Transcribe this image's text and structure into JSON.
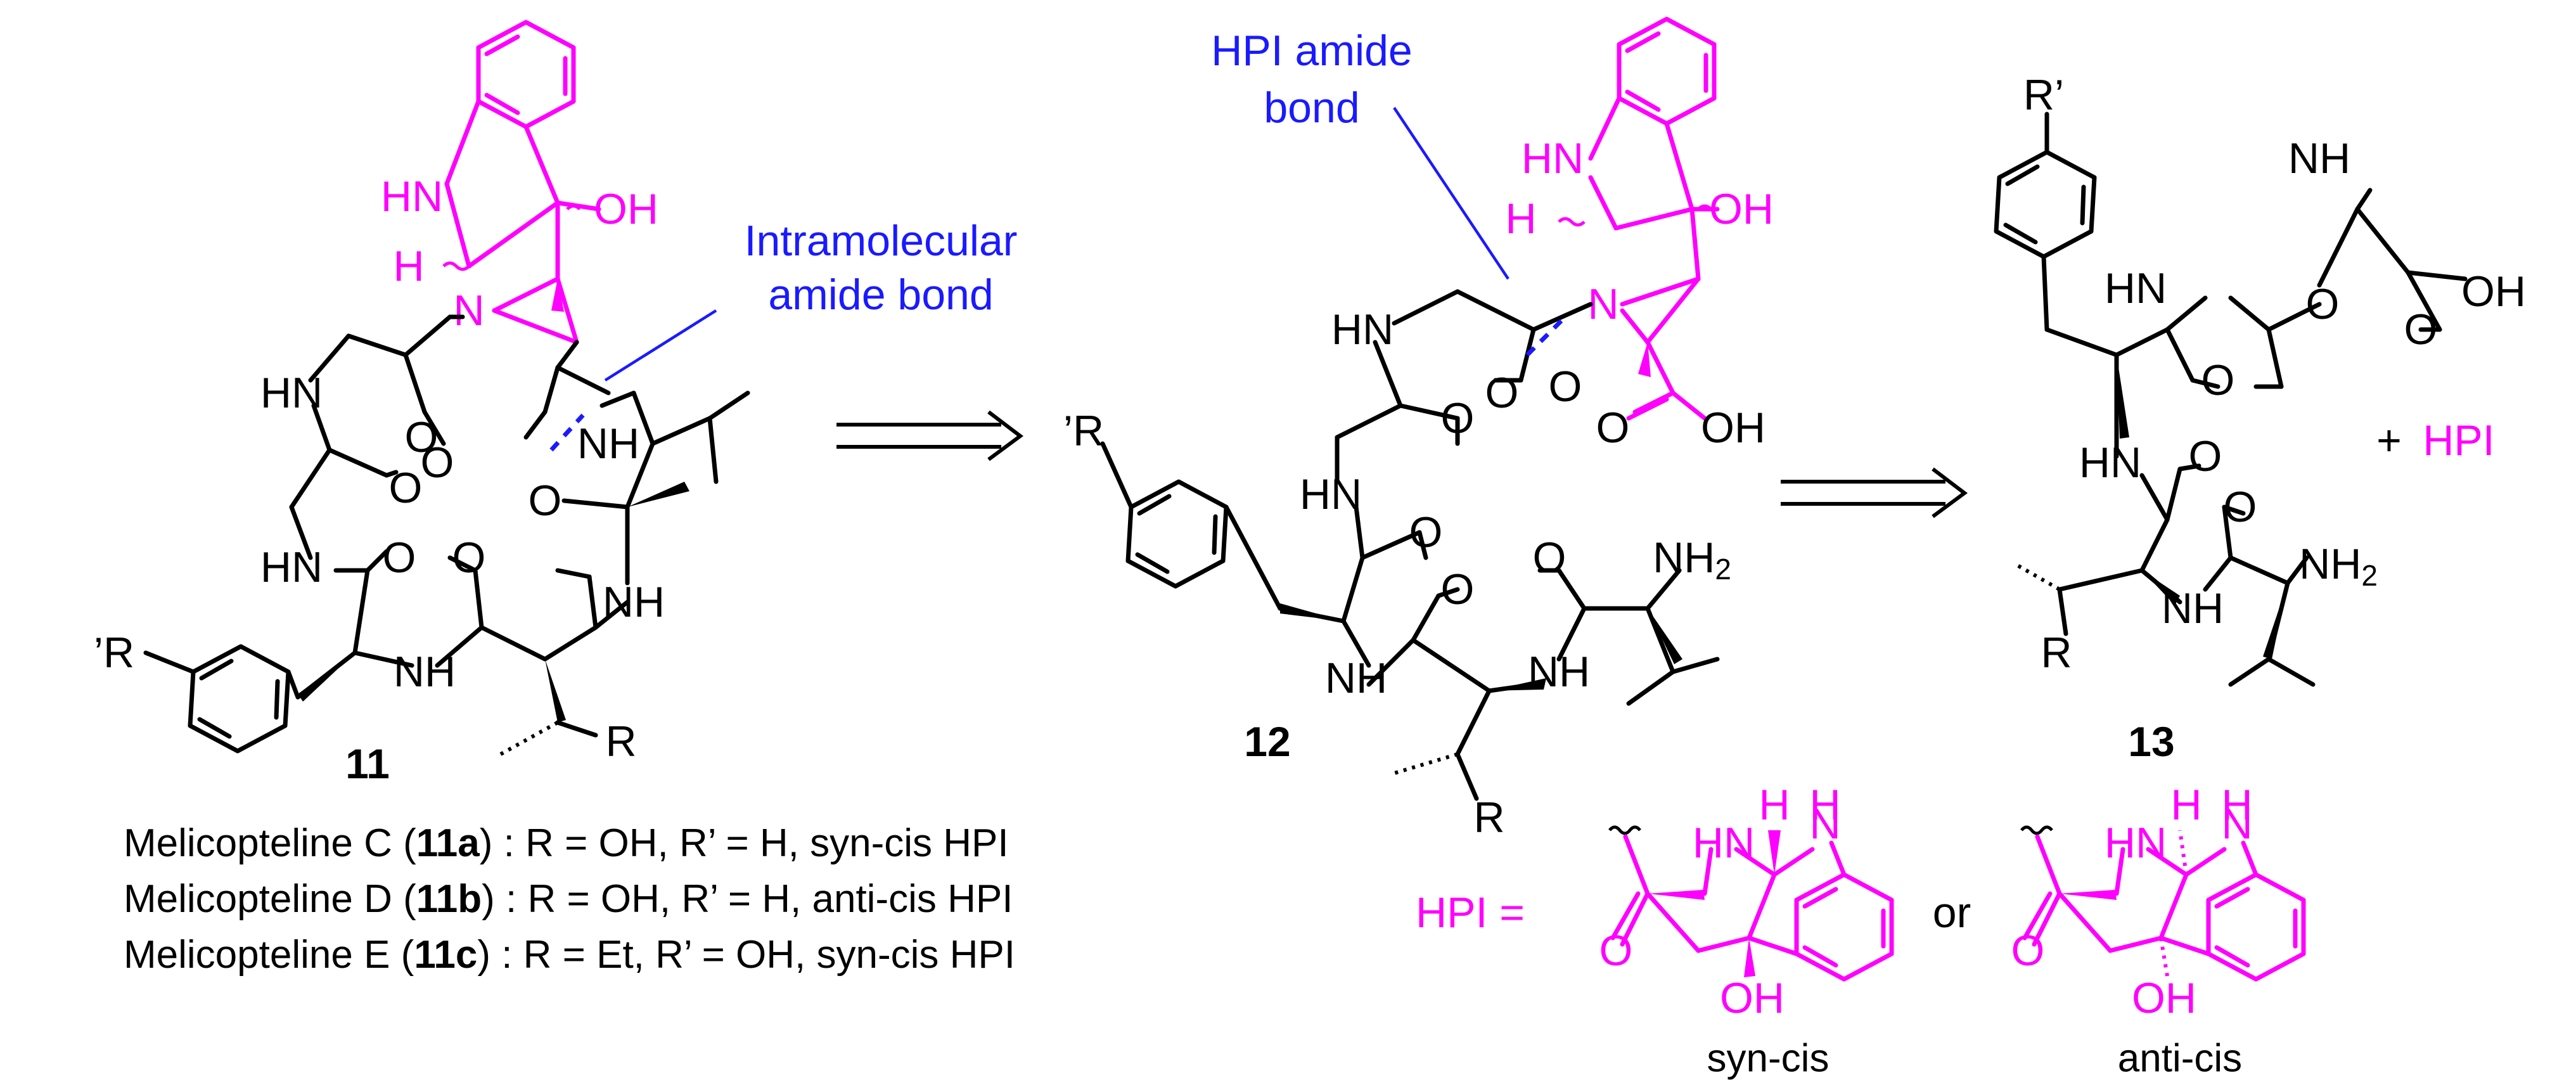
{
  "compounds": {
    "c11": {
      "number": "11"
    },
    "c12": {
      "number": "12"
    },
    "c13": {
      "number": "13"
    }
  },
  "atoms": {
    "HN": "HN",
    "NH": "NH",
    "N": "N",
    "H": "H",
    "O": "O",
    "OH": "OH",
    "R": "R",
    "R_prime": "R’",
    "R_prime_left": "’R",
    "NH2_N": "NH",
    "NH2_sub": "2"
  },
  "annotations": {
    "intramolecular_1": "Intramolecular",
    "intramolecular_2": "amide bond",
    "hpi_amide_1": "HPI amide",
    "hpi_amide_2": "bond"
  },
  "plus": "+",
  "hpi_label": "HPI",
  "hpi_definition": {
    "label": "HPI =",
    "or": "or",
    "syn_caption": "syn-cis",
    "anti_caption": "anti-cis"
  },
  "legend": [
    {
      "prefix": "Melicopteline C (",
      "number": "11a",
      "suffix": ") : R = OH, R’ = H, syn-cis HPI"
    },
    {
      "prefix": "Melicopteline D (",
      "number": "11b",
      "suffix": ") : R = OH, R’ = H, anti-cis HPI"
    },
    {
      "prefix": "Melicopteline E (",
      "number": "11c",
      "suffix": ") : R = Et, R’ = OH, syn-cis HPI"
    }
  ],
  "colors": {
    "hpi": "#ff00ff",
    "annotation": "#1a1aff",
    "structure": "#000000"
  }
}
